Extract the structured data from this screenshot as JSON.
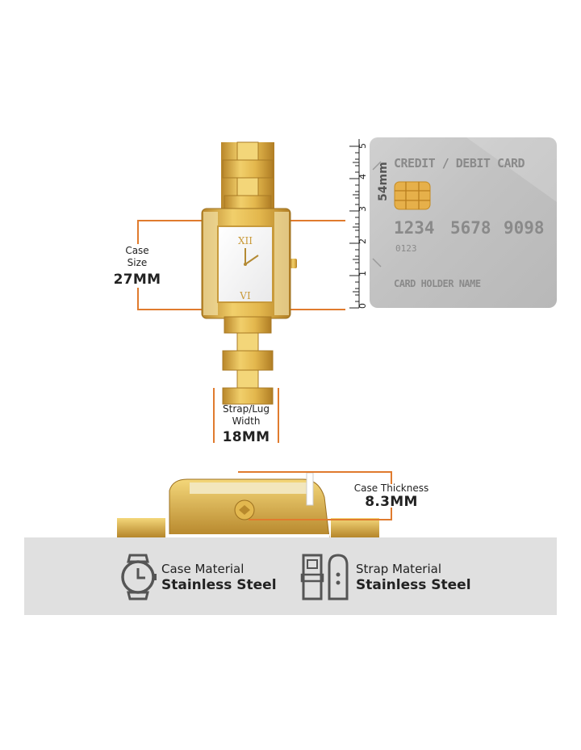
{
  "case_size": {
    "label_line1": "Case",
    "label_line2": "Size",
    "value": "27MM"
  },
  "strap": {
    "label_line1": "Strap/Lug",
    "label_line2": "Width",
    "value": "18MM"
  },
  "thickness": {
    "label": "Case Thickness",
    "value": "8.3MM"
  },
  "ruler": {
    "ticks": [
      "0",
      "1",
      "2",
      "3",
      "4",
      "5"
    ],
    "unit_label": "54mm"
  },
  "card": {
    "title": "CREDIT / DEBIT CARD",
    "number_groups": [
      "1234",
      "5678",
      "9098"
    ],
    "small_number": "0123",
    "holder": "CARD HOLDER NAME"
  },
  "materials": {
    "case": {
      "title": "Case Material",
      "value": "Stainless Steel",
      "icon": "watch-icon"
    },
    "strap": {
      "title": "Strap Material",
      "value": "Stainless Steel",
      "icon": "strap-icon"
    }
  },
  "colors": {
    "accent": "#e07b2e",
    "gold": "#d9a93a",
    "bar": "#e0e0e0"
  }
}
